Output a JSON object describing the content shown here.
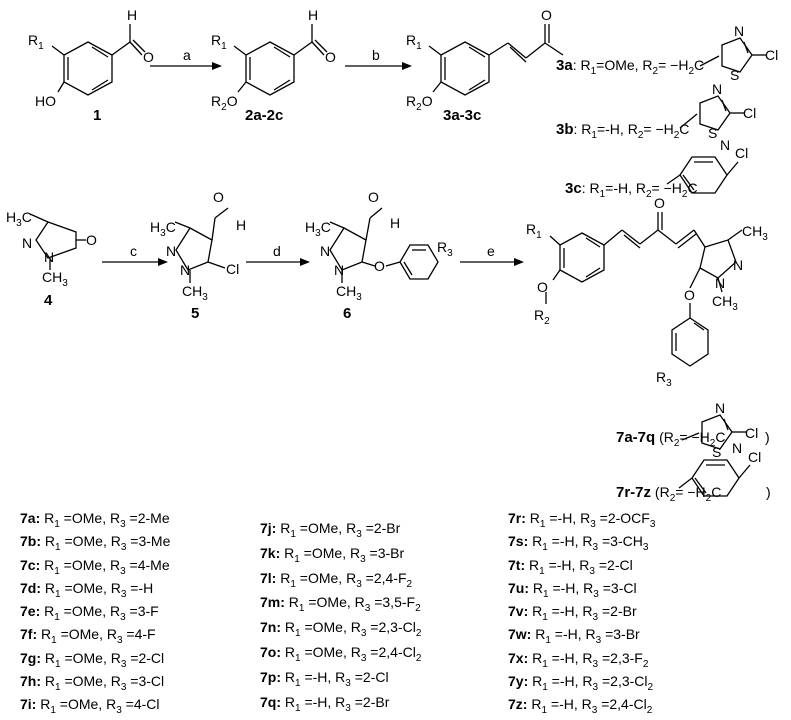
{
  "steps": [
    "a",
    "b",
    "c",
    "d",
    "e"
  ],
  "compounds": {
    "c1": "1",
    "c2": "2a-2c",
    "c3": "3a-3c",
    "c4": "4",
    "c5": "5",
    "c6": "6"
  },
  "atoms": {
    "R1": "R",
    "sub1": "1",
    "R2": "R",
    "sub2": "2",
    "R3": "R",
    "sub3": "3",
    "HO": "HO",
    "O": "O",
    "H": "H",
    "Cl": "Cl",
    "N": "N",
    "S": "S",
    "CH3": "CH",
    "H3C": "H",
    "C": "C",
    "H2C": "H",
    "H2Csub": "2",
    "C2": "C"
  },
  "substituent_labels": [
    {
      "id": "3a",
      "text": "R1=OMe, R2= −H2C"
    },
    {
      "id": "3b",
      "text": "R1=-H, R2= −H2C"
    },
    {
      "id": "3c",
      "text": "R1=-H, R2= −H2C"
    }
  ],
  "series": [
    {
      "id": "7a-7q",
      "text": "(R2= −H2C"
    },
    {
      "id": "7r-7z",
      "text": "(R2= −H2C"
    }
  ],
  "col1": [
    {
      "id": "7a:",
      "a": " R",
      "b": "1",
      "c": " =OMe, R",
      "d": "3",
      "e": " =2-Me"
    },
    {
      "id": "7b:",
      "a": " R",
      "b": "1",
      "c": " =OMe, R",
      "d": "3",
      "e": " =3-Me"
    },
    {
      "id": "7c:",
      "a": "  R",
      "b": "1",
      "c": " =OMe, R",
      "d": "3",
      "e": " =4-Me"
    },
    {
      "id": "7d:",
      "a": " R",
      "b": "1",
      "c": " =OMe, R",
      "d": "3",
      "e": " =-H"
    },
    {
      "id": "7e:",
      "a": " R",
      "b": "1",
      "c": " =OMe, R",
      "d": "3",
      "e": " =3-F"
    },
    {
      "id": "7f:",
      "a": "  R",
      "b": "1",
      "c": " =OMe, R",
      "d": "3",
      "e": " =4-F"
    },
    {
      "id": "7g:",
      "a": " R",
      "b": "1",
      "c": " =OMe, R",
      "d": "3",
      "e": " =2-Cl"
    },
    {
      "id": "7h:",
      "a": "  R",
      "b": "1",
      "c": " =OMe, R",
      "d": "3",
      "e": " =3-Cl"
    },
    {
      "id": "7i:",
      "a": "  R",
      "b": "1",
      "c": " =OMe, R",
      "d": "3",
      "e": " =4-Cl"
    }
  ],
  "col2": [
    {
      "id": "7j:",
      "a": "  R",
      "b": "1",
      "c": " =OMe, R",
      "d": "3",
      "e": " =2-Br"
    },
    {
      "id": "7k:",
      "a": "  R",
      "b": "1",
      "c": " =OMe, R",
      "d": "3",
      "e": " =3-Br"
    },
    {
      "id": "7l:",
      "a": "  R",
      "b": "1",
      "c": " =OMe, R",
      "d": "3",
      "e": " =2,4-F",
      "f": "2"
    },
    {
      "id": "7m:",
      "a": " R",
      "b": "1",
      "c": " =OMe, R",
      "d": "3",
      "e": " =3,5-F",
      "f": "2"
    },
    {
      "id": "7n:",
      "a": " R",
      "b": "1",
      "c": " =OMe, R",
      "d": "3",
      "e": " =2,3-Cl",
      "f": "2"
    },
    {
      "id": "7o:",
      "a": " R",
      "b": "1",
      "c": " =OMe, R",
      "d": "3",
      "e": " =2,4-Cl",
      "f": "2"
    },
    {
      "id": "7p:",
      "a": " R",
      "b": "1",
      "c": " =-H, R",
      "d": "3",
      "e": " =2-Cl"
    },
    {
      "id": "7q:",
      "a": " R",
      "b": "1",
      "c": " =-H, R",
      "d": "3",
      "e": " =2-Br"
    }
  ],
  "col3": [
    {
      "id": "7r:",
      "a": " R",
      "b": "1",
      "c": " =-H, R",
      "d": "3",
      "e": " =2-OCF",
      "f": "3"
    },
    {
      "id": "7s:",
      "a": " R",
      "b": "1",
      "c": " =-H, R",
      "d": "3",
      "e": " =3-CH",
      "f": "3"
    },
    {
      "id": "7t:",
      "a": "  R",
      "b": "1",
      "c": " =-H, R",
      "d": "3",
      "e": " =2-Cl"
    },
    {
      "id": "7u:",
      "a": " R",
      "b": "1",
      "c": " =-H, R",
      "d": "3",
      "e": " =3-Cl"
    },
    {
      "id": "7v:",
      "a": "  R",
      "b": "1",
      "c": " =-H, R",
      "d": "3",
      "e": " =2-Br"
    },
    {
      "id": "7w:",
      "a": " R",
      "b": "1",
      "c": " =-H, R",
      "d": "3",
      "e": " =3-Br"
    },
    {
      "id": "7x:",
      "a": " R",
      "b": "1",
      "c": " =-H, R",
      "d": "3",
      "e": " =2,3-F",
      "f": "2"
    },
    {
      "id": "7y:",
      "a": " R",
      "b": "1",
      "c": " =-H, R",
      "d": "3",
      "e": " =2,3-Cl",
      "f": "2"
    },
    {
      "id": "7z:",
      "a": " R",
      "b": "1",
      "c": " =-H, R",
      "d": "3",
      "e": " =2,4-Cl",
      "f": "2"
    }
  ]
}
